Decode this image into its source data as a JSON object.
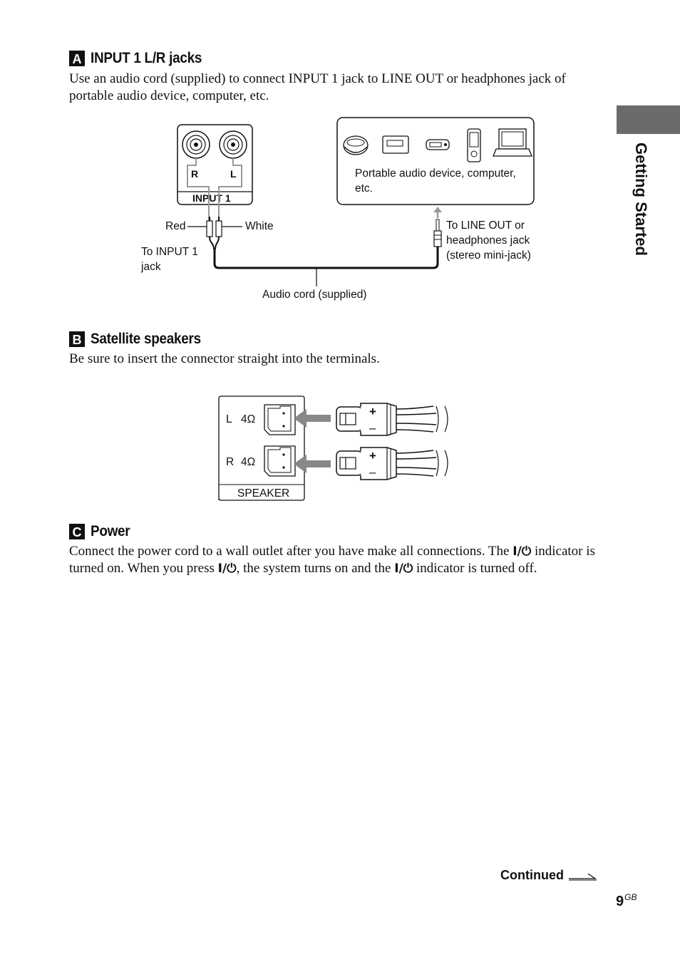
{
  "side_tab": {
    "label": "Getting Started"
  },
  "section_a": {
    "badge": "A",
    "title": "INPUT 1 L/R jacks",
    "body": "Use an audio cord (supplied) to connect INPUT 1 jack to LINE OUT or headphones jack of portable audio device, computer, etc."
  },
  "diagram_a": {
    "jack_r": "R",
    "jack_l": "L",
    "panel_label": "INPUT 1",
    "device_label_1": "Portable audio device, computer,",
    "device_label_2": "etc.",
    "red": "Red",
    "white": "White",
    "to_input_1": "To INPUT 1",
    "to_input_2": "jack",
    "to_line_1": "To LINE OUT or",
    "to_line_2": "headphones jack",
    "to_line_3": "(stereo mini-jack)",
    "audio_cord": "Audio cord (supplied)"
  },
  "section_b": {
    "badge": "B",
    "title": "Satellite speakers",
    "body": "Be sure to insert the connector straight into the terminals."
  },
  "diagram_b": {
    "left_channel": "L",
    "left_imp": "4Ω",
    "right_channel": "R",
    "right_imp": "4Ω",
    "panel_label": "SPEAKER",
    "plus": "+",
    "minus": "–"
  },
  "section_c": {
    "badge": "C",
    "title": "Power",
    "body_1": "Connect the power cord to a wall outlet after you have make all connections. The",
    "power_symbol": "I/⏻",
    "body_2": "indicator is turned on. When you press",
    "body_3": ", the system turns on and the",
    "body_4": "indicator is turned off."
  },
  "footer": {
    "continued": "Continued",
    "page_number": "9",
    "page_suffix": "GB"
  }
}
